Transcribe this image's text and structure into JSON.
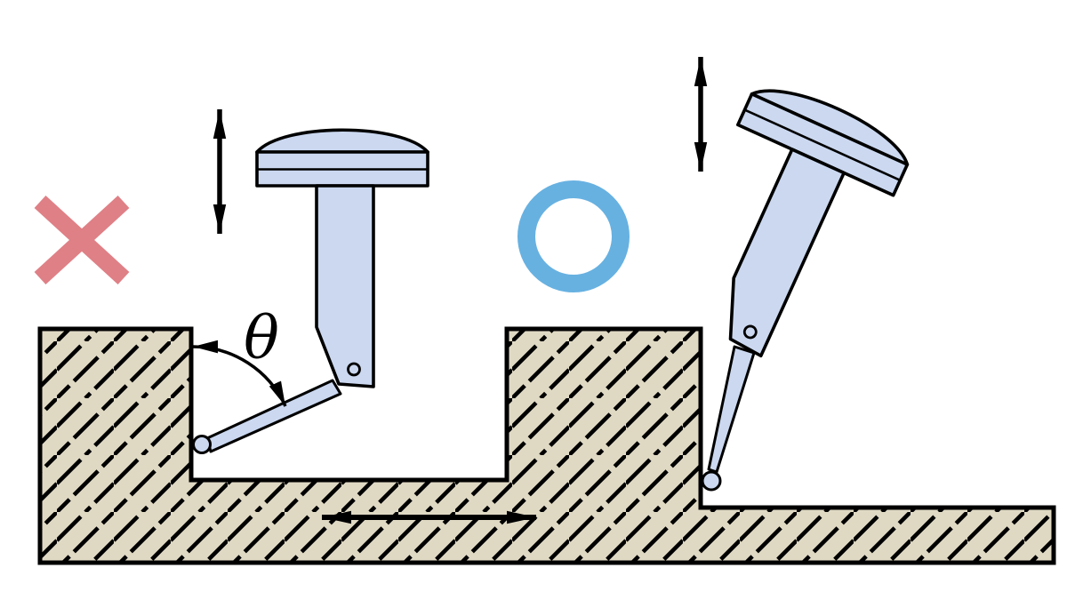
{
  "diagram": {
    "type": "technical-illustration",
    "subject": "Dial test indicator stylus angle on a stepped cross-hatched workpiece: incorrect vs correct orientation",
    "labels": {
      "theta": "θ"
    },
    "panels": {
      "incorrect": {
        "mark": "✕"
      },
      "correct": {
        "mark": "〇"
      }
    },
    "icons": [
      "x-mark",
      "ring-mark",
      "vertical-double-arrow",
      "vertical-double-arrow",
      "horizontal-double-arrow",
      "angle-arc-arrow"
    ]
  },
  "colors": {
    "workpiece": "#DFD9C4",
    "indicator": "#CBD8F0",
    "outline": "#000000",
    "incorrect": "#DF8086",
    "correct": "#67B1E1",
    "background": "#FFFFFF"
  }
}
